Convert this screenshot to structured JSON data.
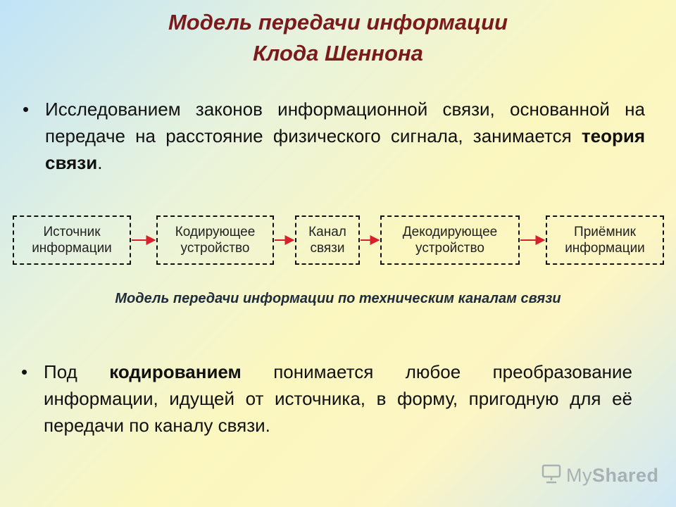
{
  "title": {
    "line1": "Модель передачи информации",
    "line2": "Клода Шеннона"
  },
  "paragraph1": {
    "bullet": "•",
    "text": "Исследованием законов информационной связи, основанной на передаче на расстояние физического сигнала, занимается ",
    "bold": "теория связи",
    "end": "."
  },
  "diagram": {
    "boxes": [
      {
        "line1": "Источник",
        "line2": "информации"
      },
      {
        "line1": "Кодирующее",
        "line2": "устройство"
      },
      {
        "line1": "Канал",
        "line2": "связи"
      },
      {
        "line1": "Декодирующее",
        "line2": "устройство"
      },
      {
        "line1": "Приёмник",
        "line2": "информации"
      }
    ],
    "caption": "Модель передачи информации по техническим каналам связи",
    "arrow_color": "#d8202a"
  },
  "paragraph2": {
    "bullet": "•",
    "pre": "Под ",
    "bold": "кодированием",
    "text": " понимается любое преобразование информации, идущей от источника, в форму, пригодную для её передачи по каналу связи."
  },
  "logo": {
    "text_light": "My",
    "text_bold": "Shared",
    "icon": "presentation-board-icon"
  }
}
